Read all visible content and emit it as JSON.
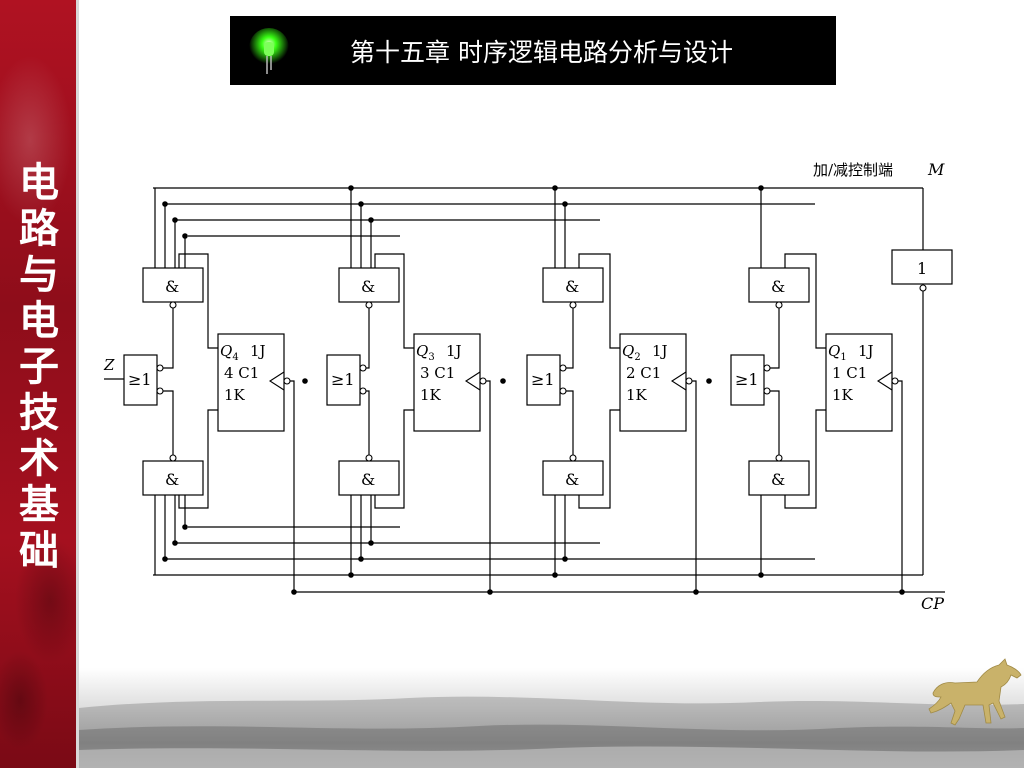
{
  "sidebar": {
    "title_chars": [
      "电",
      "路",
      "与",
      "电",
      "子",
      "技",
      "术",
      "基",
      "础"
    ]
  },
  "header": {
    "title": "第十五章  时序逻辑电路分析与设计",
    "icon": "green-led-icon"
  },
  "diagram": {
    "control_label": "加/减控制端",
    "control_symbol": "M",
    "clock_label": "CP",
    "input_label": "Z",
    "and_symbol": "&",
    "or_symbol": "≥1",
    "not_symbol": "1",
    "flipflops": [
      {
        "q_label": "Q",
        "q_sub": "4",
        "j": "1J",
        "c": "4 C1",
        "k": "1K"
      },
      {
        "q_label": "Q",
        "q_sub": "3",
        "j": "1J",
        "c": "3 C1",
        "k": "1K"
      },
      {
        "q_label": "Q",
        "q_sub": "2",
        "j": "1J",
        "c": "2 C1",
        "k": "1K"
      },
      {
        "q_label": "Q",
        "q_sub": "1",
        "j": "1J",
        "c": "1 C1",
        "k": "1K"
      }
    ]
  },
  "colors": {
    "sidebar_red": "#9c0f1d",
    "title_bg": "#000000",
    "led_green": "#39ff14"
  }
}
